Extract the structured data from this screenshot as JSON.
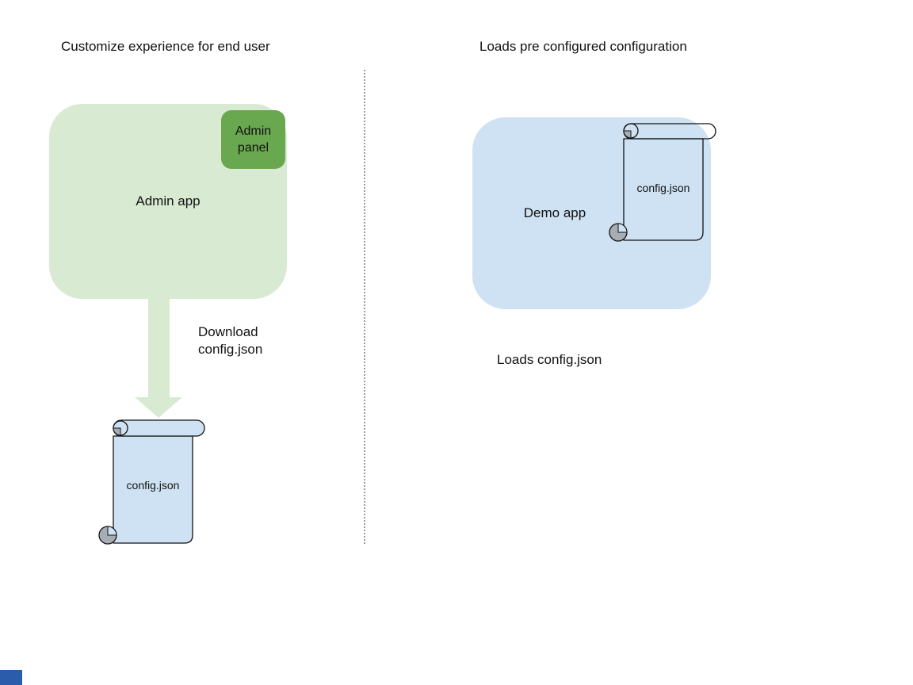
{
  "left": {
    "title": "Customize experience for end user",
    "admin_app_label": "Admin app",
    "admin_panel_label": "Admin panel",
    "download_label": "Download\nconfig.json",
    "config_label": "config.json"
  },
  "right": {
    "title": "Loads pre configured configuration",
    "demo_app_label": "Demo app",
    "config_label": "config.json",
    "caption": "Loads config.json"
  },
  "colors": {
    "admin_app_fill": "#d9ead3",
    "admin_panel_fill": "#6aa84f",
    "arrow_fill": "#d9ead3",
    "demo_app_fill": "#cfe2f3",
    "scroll_fill": "#cfe2f3",
    "scroll_curl": "#a6adb4",
    "scroll_outline": "#121212",
    "divider": "#9e9e9e",
    "corner_square": "#2a5cab"
  }
}
